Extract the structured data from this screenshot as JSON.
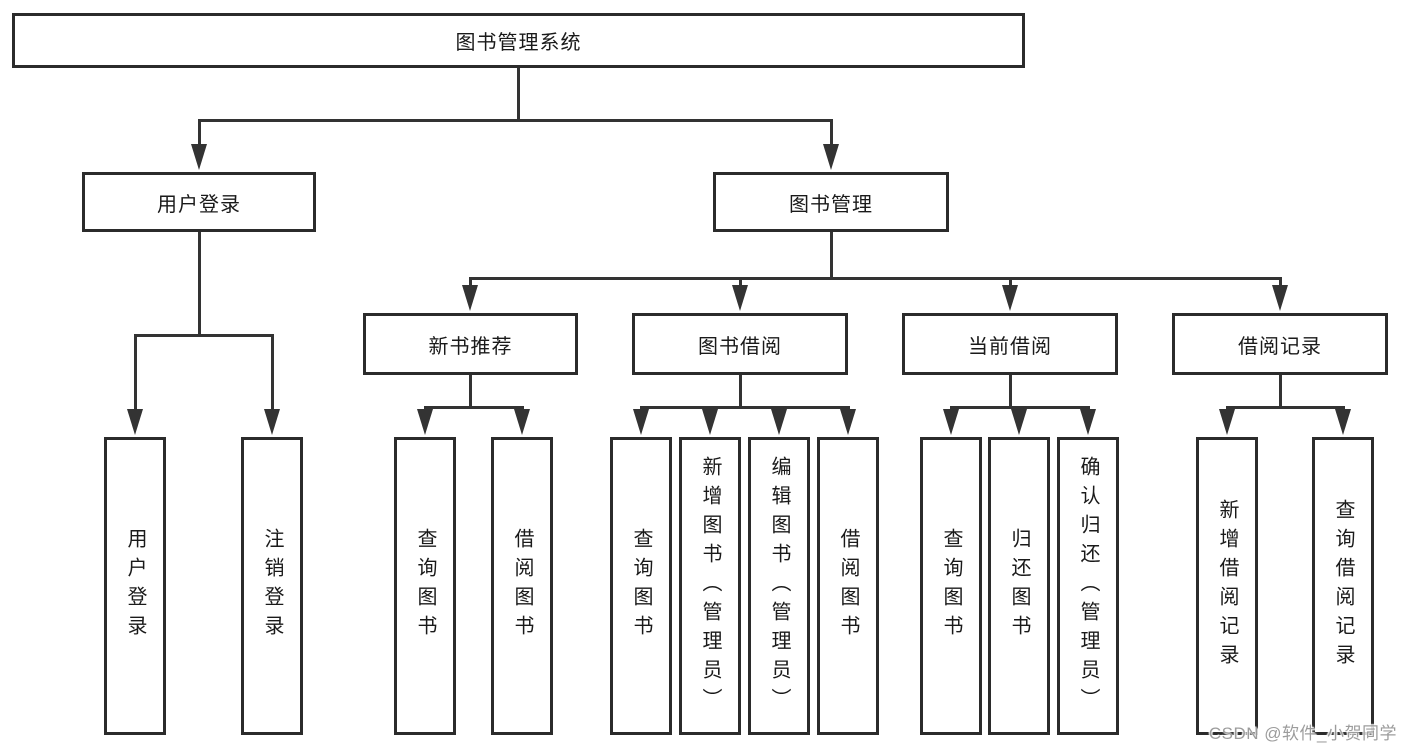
{
  "diagram": {
    "nodes": [
      {
        "id": "root",
        "label": "图书管理系统"
      },
      {
        "id": "user-login",
        "label": "用户登录"
      },
      {
        "id": "book-management",
        "label": "图书管理"
      },
      {
        "id": "new-book-recommend",
        "label": "新书推荐"
      },
      {
        "id": "book-borrowing",
        "label": "图书借阅"
      },
      {
        "id": "current-borrowing",
        "label": "当前借阅"
      },
      {
        "id": "borrow-records",
        "label": "借阅记录"
      },
      {
        "id": "leaf-user-login",
        "label": "用户登录"
      },
      {
        "id": "leaf-logout",
        "label": "注销登录"
      },
      {
        "id": "leaf-query-books-1",
        "label": "查询图书"
      },
      {
        "id": "leaf-borrow-books-1",
        "label": "借阅图书"
      },
      {
        "id": "leaf-query-books-2",
        "label": "查询图书"
      },
      {
        "id": "leaf-add-books-admin",
        "label": "新增图书（管理员）"
      },
      {
        "id": "leaf-edit-books-admin",
        "label": "编辑图书（管理员）"
      },
      {
        "id": "leaf-borrow-books-2",
        "label": "借阅图书"
      },
      {
        "id": "leaf-query-books-3",
        "label": "查询图书"
      },
      {
        "id": "leaf-return-books",
        "label": "归还图书"
      },
      {
        "id": "leaf-confirm-return-admin",
        "label": "确认归还（管理员）"
      },
      {
        "id": "leaf-add-borrow-record",
        "label": "新增借阅记录"
      },
      {
        "id": "leaf-query-borrow-record",
        "label": "查询借阅记录"
      }
    ]
  },
  "watermark": {
    "text": "CSDN @软件_小贺同学"
  },
  "colors": {
    "line": "#333333",
    "box_border": "#2b2b2b",
    "text": "#1a1a1a",
    "background": "#ffffff",
    "watermark": "#9c9c9c"
  }
}
